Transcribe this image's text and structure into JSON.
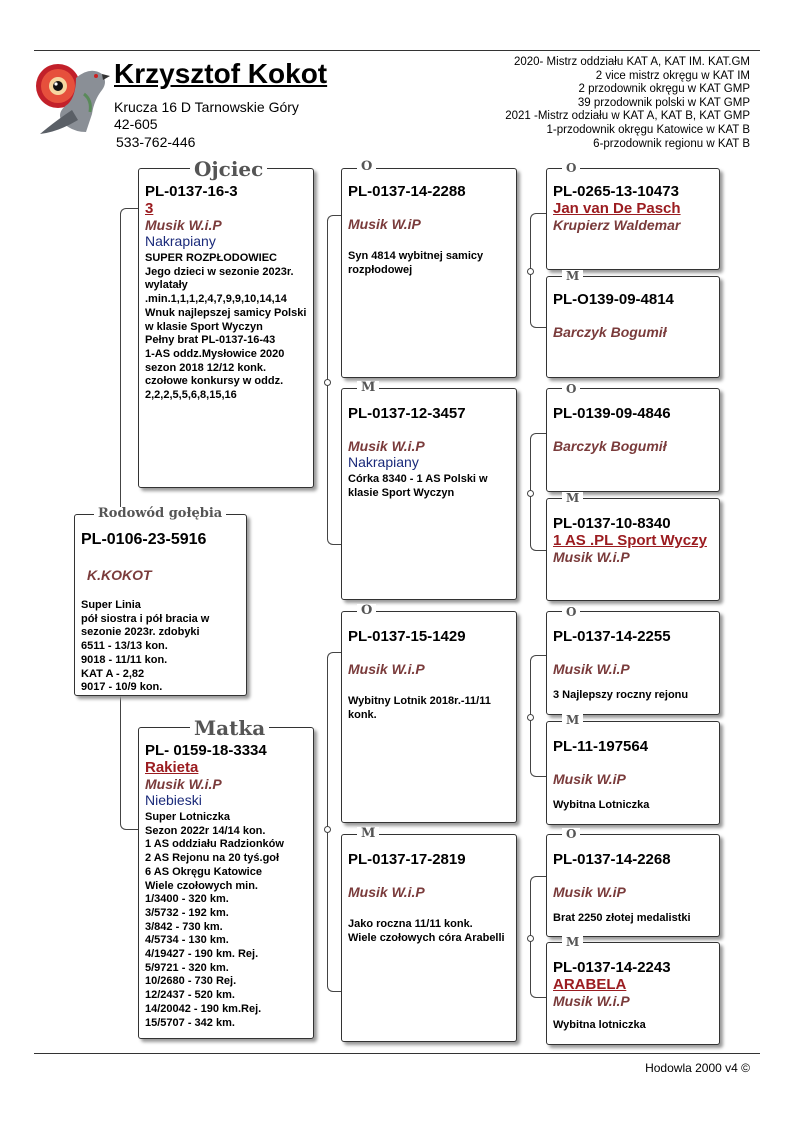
{
  "header": {
    "owner": "Krzysztof Kokot",
    "address1": "Krucza 16 D Tarnowskie Góry",
    "address2": "42-605",
    "phone": "533-762-446",
    "achievements": [
      "2020- Mistrz oddziału KAT A, KAT IM. KAT.GM",
      "2 vice mistrz okręgu w KAT IM",
      "2 przodownik okręgu w KAT GMP",
      "39 przodownik polski w KAT GMP",
      "2021 -Mistrz odziału w KAT A, KAT B, KAT GMP",
      "1-przodownik okręgu Katowice w KAT B",
      "6-przodownik regionu w KAT B"
    ]
  },
  "labels": {
    "father": "Ojciec",
    "mother": "Matka",
    "pedigree": "Rodowód gołębia",
    "o": "O",
    "m": "M"
  },
  "subject": {
    "ring": "PL-0106-23-5916",
    "breeder": "K.KOKOT",
    "desc": "Super Linia\npół siostra i pół bracia w sezonie 2023r. zdobyki\n6511 - 13/13 kon.\n9018 - 11/11 kon.\nKAT A - 2,82\n9017 - 10/9 kon."
  },
  "father": {
    "ring": "PL-0137-16-3",
    "name": "3",
    "breeder": "Musik W.i.P",
    "color": "Nakrapiany",
    "desc": "SUPER ROZPŁODOWIEC\nJego dzieci w sezonie 2023r. wylatały\n.min.1,1,1,2,4,7,9,9,10,14,14\nWnuk najlepszej samicy Polski w klasie Sport Wyczyn\nPełny brat PL-0137-16-43\n1-AS oddz.Mysłowice 2020\nsezon 2018 12/12 konk.\nczołowe konkursy w oddz.\n2,2,2,5,5,6,8,15,16"
  },
  "mother": {
    "ring": "PL- 0159-18-3334",
    "name": "Rakieta",
    "breeder": "Musik W.i.P",
    "color": "Niebieski",
    "desc": "Super Lotniczka\nSezon 2022r  14/14 kon.\n1 AS oddziału Radzionków\n2 AS Rejonu na 20 tyś.goł\n6 AS Okręgu Katowice\nWiele czołowych min.\n1/3400 -  320 km.\n3/5732 - 192 km.\n3/842  -  730 km.\n4/5734 - 130 km.\n4/19427 - 190 km. Rej.\n5/9721 - 320 km.\n10/2680 - 730 Rej.\n12/2437 - 520 km.\n14/20042 - 190 km.Rej.\n15/5707 - 342 km."
  },
  "ff": {
    "ring": "PL-0137-14-2288",
    "breeder": "Musik W.iP",
    "desc": "Syn 4814 wybitnej samicy rozpłodowej"
  },
  "fm": {
    "ring": "PL-0137-12-3457",
    "breeder": "Musik W.i.P",
    "color": "Nakrapiany",
    "desc": "Córka 8340 - 1 AS Polski w klasie Sport Wyczyn"
  },
  "mf": {
    "ring": "PL-0137-15-1429",
    "breeder": "Musik W.i.P",
    "desc": "Wybitny Lotnik 2018r.-11/11 konk."
  },
  "mm": {
    "ring": "PL-0137-17-2819",
    "breeder": "Musik W.i.P",
    "desc": "Jako roczna 11/11 konk.\nWiele czołowych córa Arabelli"
  },
  "fff": {
    "ring": "PL-0265-13-10473",
    "name": "Jan van De Pasch",
    "breeder": "Krupierz Waldemar"
  },
  "ffm": {
    "ring": "PL-O139-09-4814",
    "breeder": "Barczyk Bogumił"
  },
  "fmf": {
    "ring": "PL-0139-09-4846",
    "breeder": "Barczyk Bogumił"
  },
  "fmm": {
    "ring": "PL-0137-10-8340",
    "name": "1 AS .PL Sport Wyczy",
    "breeder": "Musik W.i.P"
  },
  "mff": {
    "ring": "PL-0137-14-2255",
    "breeder": "Musik W.i.P",
    "desc": "3 Najlepszy roczny rejonu"
  },
  "mfm": {
    "ring": "PL-11-197564",
    "breeder": "Musik W.iP",
    "desc": "Wybitna Lotniczka"
  },
  "mmf": {
    "ring": "PL-0137-14-2268",
    "breeder": "Musik W.iP",
    "desc": "Brat 2250 złotej medalistki"
  },
  "mmm": {
    "ring": "PL-0137-14-2243",
    "name": "ARABELA",
    "breeder": "Musik W.i.P",
    "desc": "Wybitna lotniczka"
  },
  "footer": "Hodowla 2000 v4 ©"
}
